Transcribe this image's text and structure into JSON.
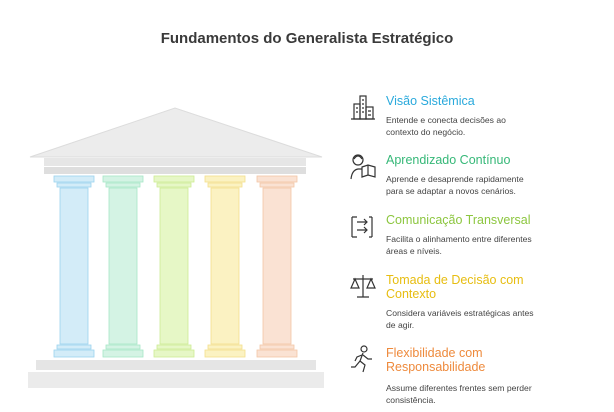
{
  "title": "Fundamentos do Generalista Estratégico",
  "pillar_colors": [
    "#d3ecf8",
    "#d4f3e4",
    "#e6f7c6",
    "#fbf2c2",
    "#fae2d3"
  ],
  "pillar_stroke": [
    "#9cd3ee",
    "#a6e6c6",
    "#cdeb93",
    "#f3df8c",
    "#f3c6a6"
  ],
  "items": [
    {
      "icon": "skyline-icon",
      "heading": "Visão Sistêmica",
      "color": "#29a9dc",
      "desc_1": "Entende e conecta decisões ao",
      "desc_2": "contexto do negócio."
    },
    {
      "icon": "reading-person-icon",
      "heading": "Aprendizado Contínuo",
      "color": "#36b878",
      "desc_1": "Aprende e desaprende rapidamente",
      "desc_2": "para se adaptar a novos cenários."
    },
    {
      "icon": "flow-arrows-icon",
      "heading": "Comunicação Transversal",
      "color": "#8cc63f",
      "desc_1": "Facilita o alinhamento entre diferentes",
      "desc_2": "áreas e níveis."
    },
    {
      "icon": "balance-scale-icon",
      "heading_1": "Tomada de Decisão com",
      "heading_2": "Contexto",
      "color": "#e7bd10",
      "desc_1": "Considera variáveis estratégicas antes",
      "desc_2": "de agir."
    },
    {
      "icon": "running-person-icon",
      "heading_1": "Flexibilidade com",
      "heading_2": "Responsabilidade",
      "color": "#ee8a3c",
      "desc_1": "Assume diferentes frentes sem perder",
      "desc_2": "consistência."
    }
  ]
}
